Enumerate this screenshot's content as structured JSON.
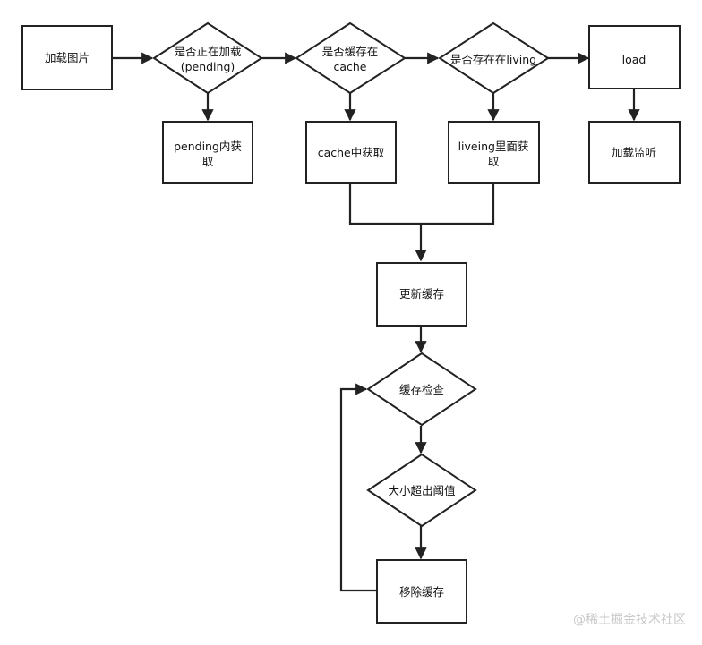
{
  "nodes": {
    "load_image": "加载图片",
    "is_pending_l1": "是否正在加载",
    "is_pending_l2": "(pending)",
    "in_cache_l1": "是否缓存在",
    "in_cache_l2": "cache",
    "in_living": "是否存在在living",
    "load": "load",
    "from_pending_l1": "pending内获",
    "from_pending_l2": "取",
    "from_cache": "cache中获取",
    "from_living_l1": "liveing里面获",
    "from_living_l2": "取",
    "load_listen": "加载监听",
    "update_cache": "更新缓存",
    "cache_check": "缓存检查",
    "over_threshold": "大小超出阈值",
    "remove_cache": "移除缓存"
  },
  "watermark": "@稀土掘金技术社区"
}
